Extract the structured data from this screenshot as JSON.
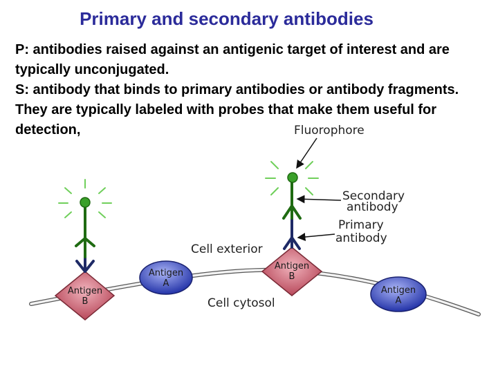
{
  "title": "Primary and secondary antibodies",
  "description": {
    "primary": "P: antibodies raised against an antigenic target of interest and are typically unconjugated.",
    "secondary": "S: antibody that binds to primary antibodies or antibody fragments. They are typically labeled with probes that make them useful for detection,"
  },
  "diagram": {
    "fluorophore_label": "Fluorophore",
    "secondary_label": [
      "Secondary",
      "antibody"
    ],
    "primary_label": [
      "Primary",
      "antibody"
    ],
    "cell_exterior": "Cell exterior",
    "cell_cytosol": "Cell cytosol",
    "antigen_a": [
      "Antigen",
      "A"
    ],
    "antigen_b": [
      "Antigen",
      "B"
    ]
  },
  "colors": {
    "title": "#2b2b9a",
    "antigen_b_fill": "#c85a6a",
    "antigen_a_fill": "#2f3fb8",
    "secondary_antibody": "#1f6b12",
    "primary_antibody": "#1e2a66",
    "fluorophore_glow": "#6fcf5a"
  }
}
